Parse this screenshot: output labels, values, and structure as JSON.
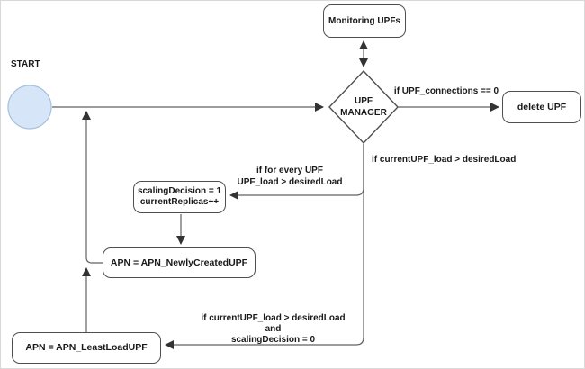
{
  "diagram_type": "flowchart",
  "nodes": {
    "start_label": "START",
    "monitoring": "Monitoring UPFs",
    "manager": "UPF MANAGER",
    "delete_upf": "delete UPF",
    "scaling_line1": "scalingDecision = 1",
    "scaling_line2": "currentReplicas++",
    "newly_created": "APN = APN_NewlyCreatedUPF",
    "least_load": "APN = APN_LeastLoadUPF"
  },
  "edge_labels": {
    "upf_connections": "if UPF_connections == 0",
    "current_load": "if currentUPF_load > desiredLoad",
    "for_every_line1": "if for every UPF",
    "for_every_line2": "UPF_load > desiredLoad",
    "least_line1": "if currentUPF_load > desiredLoad",
    "least_line2": "and",
    "least_line3": "scalingDecision = 0"
  },
  "colors": {
    "start_fill": "#d6e6f8",
    "start_stroke": "#a9c2dc",
    "edge_stroke": "#616161",
    "arrowhead": "#333333",
    "node_border": "#4f4f4f",
    "text": "#191919",
    "background": "#ffffff"
  }
}
